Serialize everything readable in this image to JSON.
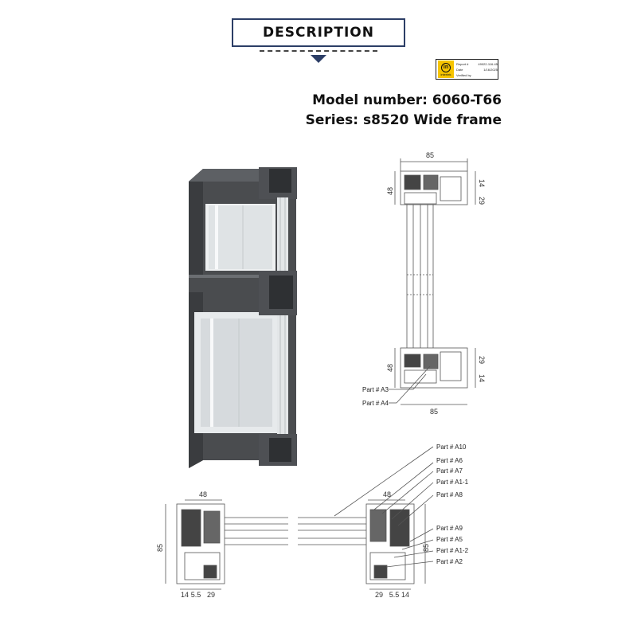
{
  "header": {
    "title": "DESCRIPTION"
  },
  "certificate": {
    "logo_text": "intertek",
    "rows": [
      {
        "label": "Report #",
        "value": "49022-116-45"
      },
      {
        "label": "Date",
        "value": "1/16/2025"
      },
      {
        "label": "Verified by",
        "value": ""
      }
    ]
  },
  "product": {
    "model_label": "Model number:",
    "model_value": "6060-T66",
    "series_label": "Series:",
    "series_value": "s8520 Wide frame"
  },
  "vertical_section": {
    "dims": {
      "top_width": "85",
      "top_height": "48",
      "top_right_a": "14",
      "top_right_b": "29",
      "bottom_height": "48",
      "bottom_right_a": "29",
      "bottom_right_b": "14",
      "bottom_width": "85"
    },
    "parts": [
      "Part # A3",
      "Part # A4"
    ]
  },
  "horizontal_section": {
    "dims": {
      "left_width": "48",
      "left_height": "85",
      "left_bottom_a": "14",
      "left_bottom_b": "5.5",
      "left_bottom_c": "29",
      "right_width": "48",
      "right_height": "85",
      "right_bottom_a": "29",
      "right_bottom_b": "5.5",
      "right_bottom_c": "14"
    },
    "parts": [
      "Part # A10",
      "Part # A6",
      "Part # A7",
      "Part # A1-1",
      "Part # A8",
      "Part # A9",
      "Part # A5",
      "Part # A1-2",
      "Part # A2"
    ]
  },
  "colors": {
    "frame_dark": "#4a4c4f",
    "frame_mid": "#6b6e72",
    "navy": "#2c3e66",
    "glass": "#d9dde0"
  }
}
